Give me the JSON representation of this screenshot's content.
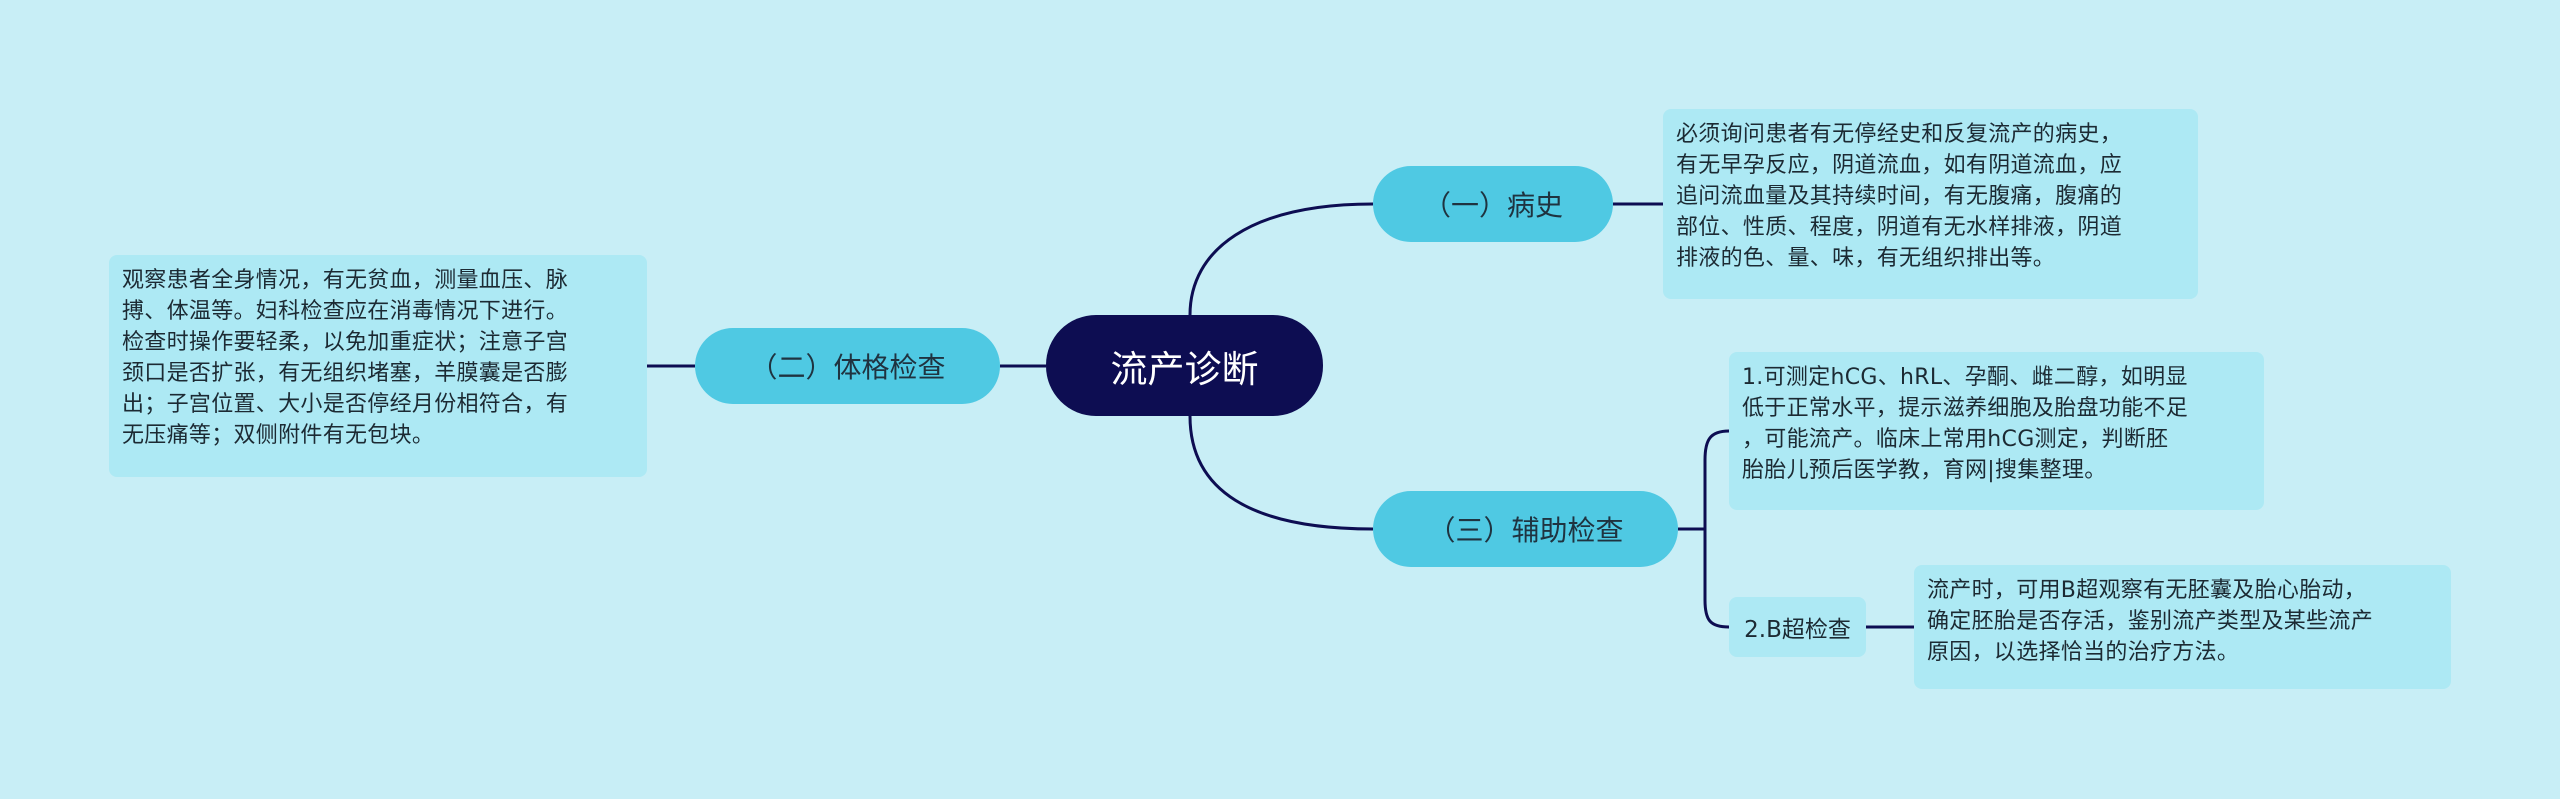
{
  "root": {
    "label": "流产诊断"
  },
  "branches": [
    {
      "label": "（一）病史"
    },
    {
      "label": "（二）体格检查"
    },
    {
      "label": "（三）辅助检查"
    }
  ],
  "details": {
    "history": "必须询问患者有无停经史和反复流产的病史，\n有无早孕反应，阴道流血，如有阴道流血，应\n追问流血量及其持续时间，有无腹痛，腹痛的\n部位、性质、程度，阴道有无水样排液，阴道\n排液的色、量、味，有无组织排出等。",
    "physical": "观察患者全身情况，有无贫血，测量血压、脉\n搏、体温等。妇科检查应在消毒情况下进行。\n检查时操作要轻柔，以免加重症状；注意子宫\n颈口是否扩张，有无组织堵塞，羊膜囊是否膨\n出；子宫位置、大小是否停经月份相符合，有\n无压痛等；双侧附件有无包块。",
    "aux_item1": "1.可测定hCG、hRL、孕酮、雌二醇，如明显\n低于正常水平，提示滋养细胞及胎盘功能不足\n，可能流产。临床上常用hCG测定，判断胚\n胎胎儿预后医学教，育网|搜集整理。",
    "aux_item2_label": "2.B超检查",
    "aux_item2": "流产时，可用B超观察有无胚囊及胎心胎动，\n确定胚胎是否存活，鉴别流产类型及某些流产\n原因，以选择恰当的治疗方法。"
  },
  "colors": {
    "background": "#c8eef6",
    "root_fill": "#0d0d52",
    "branch_fill": "#4fc9e3",
    "leaf_fill": "#ade9f4",
    "connector": "#0d0d52"
  }
}
